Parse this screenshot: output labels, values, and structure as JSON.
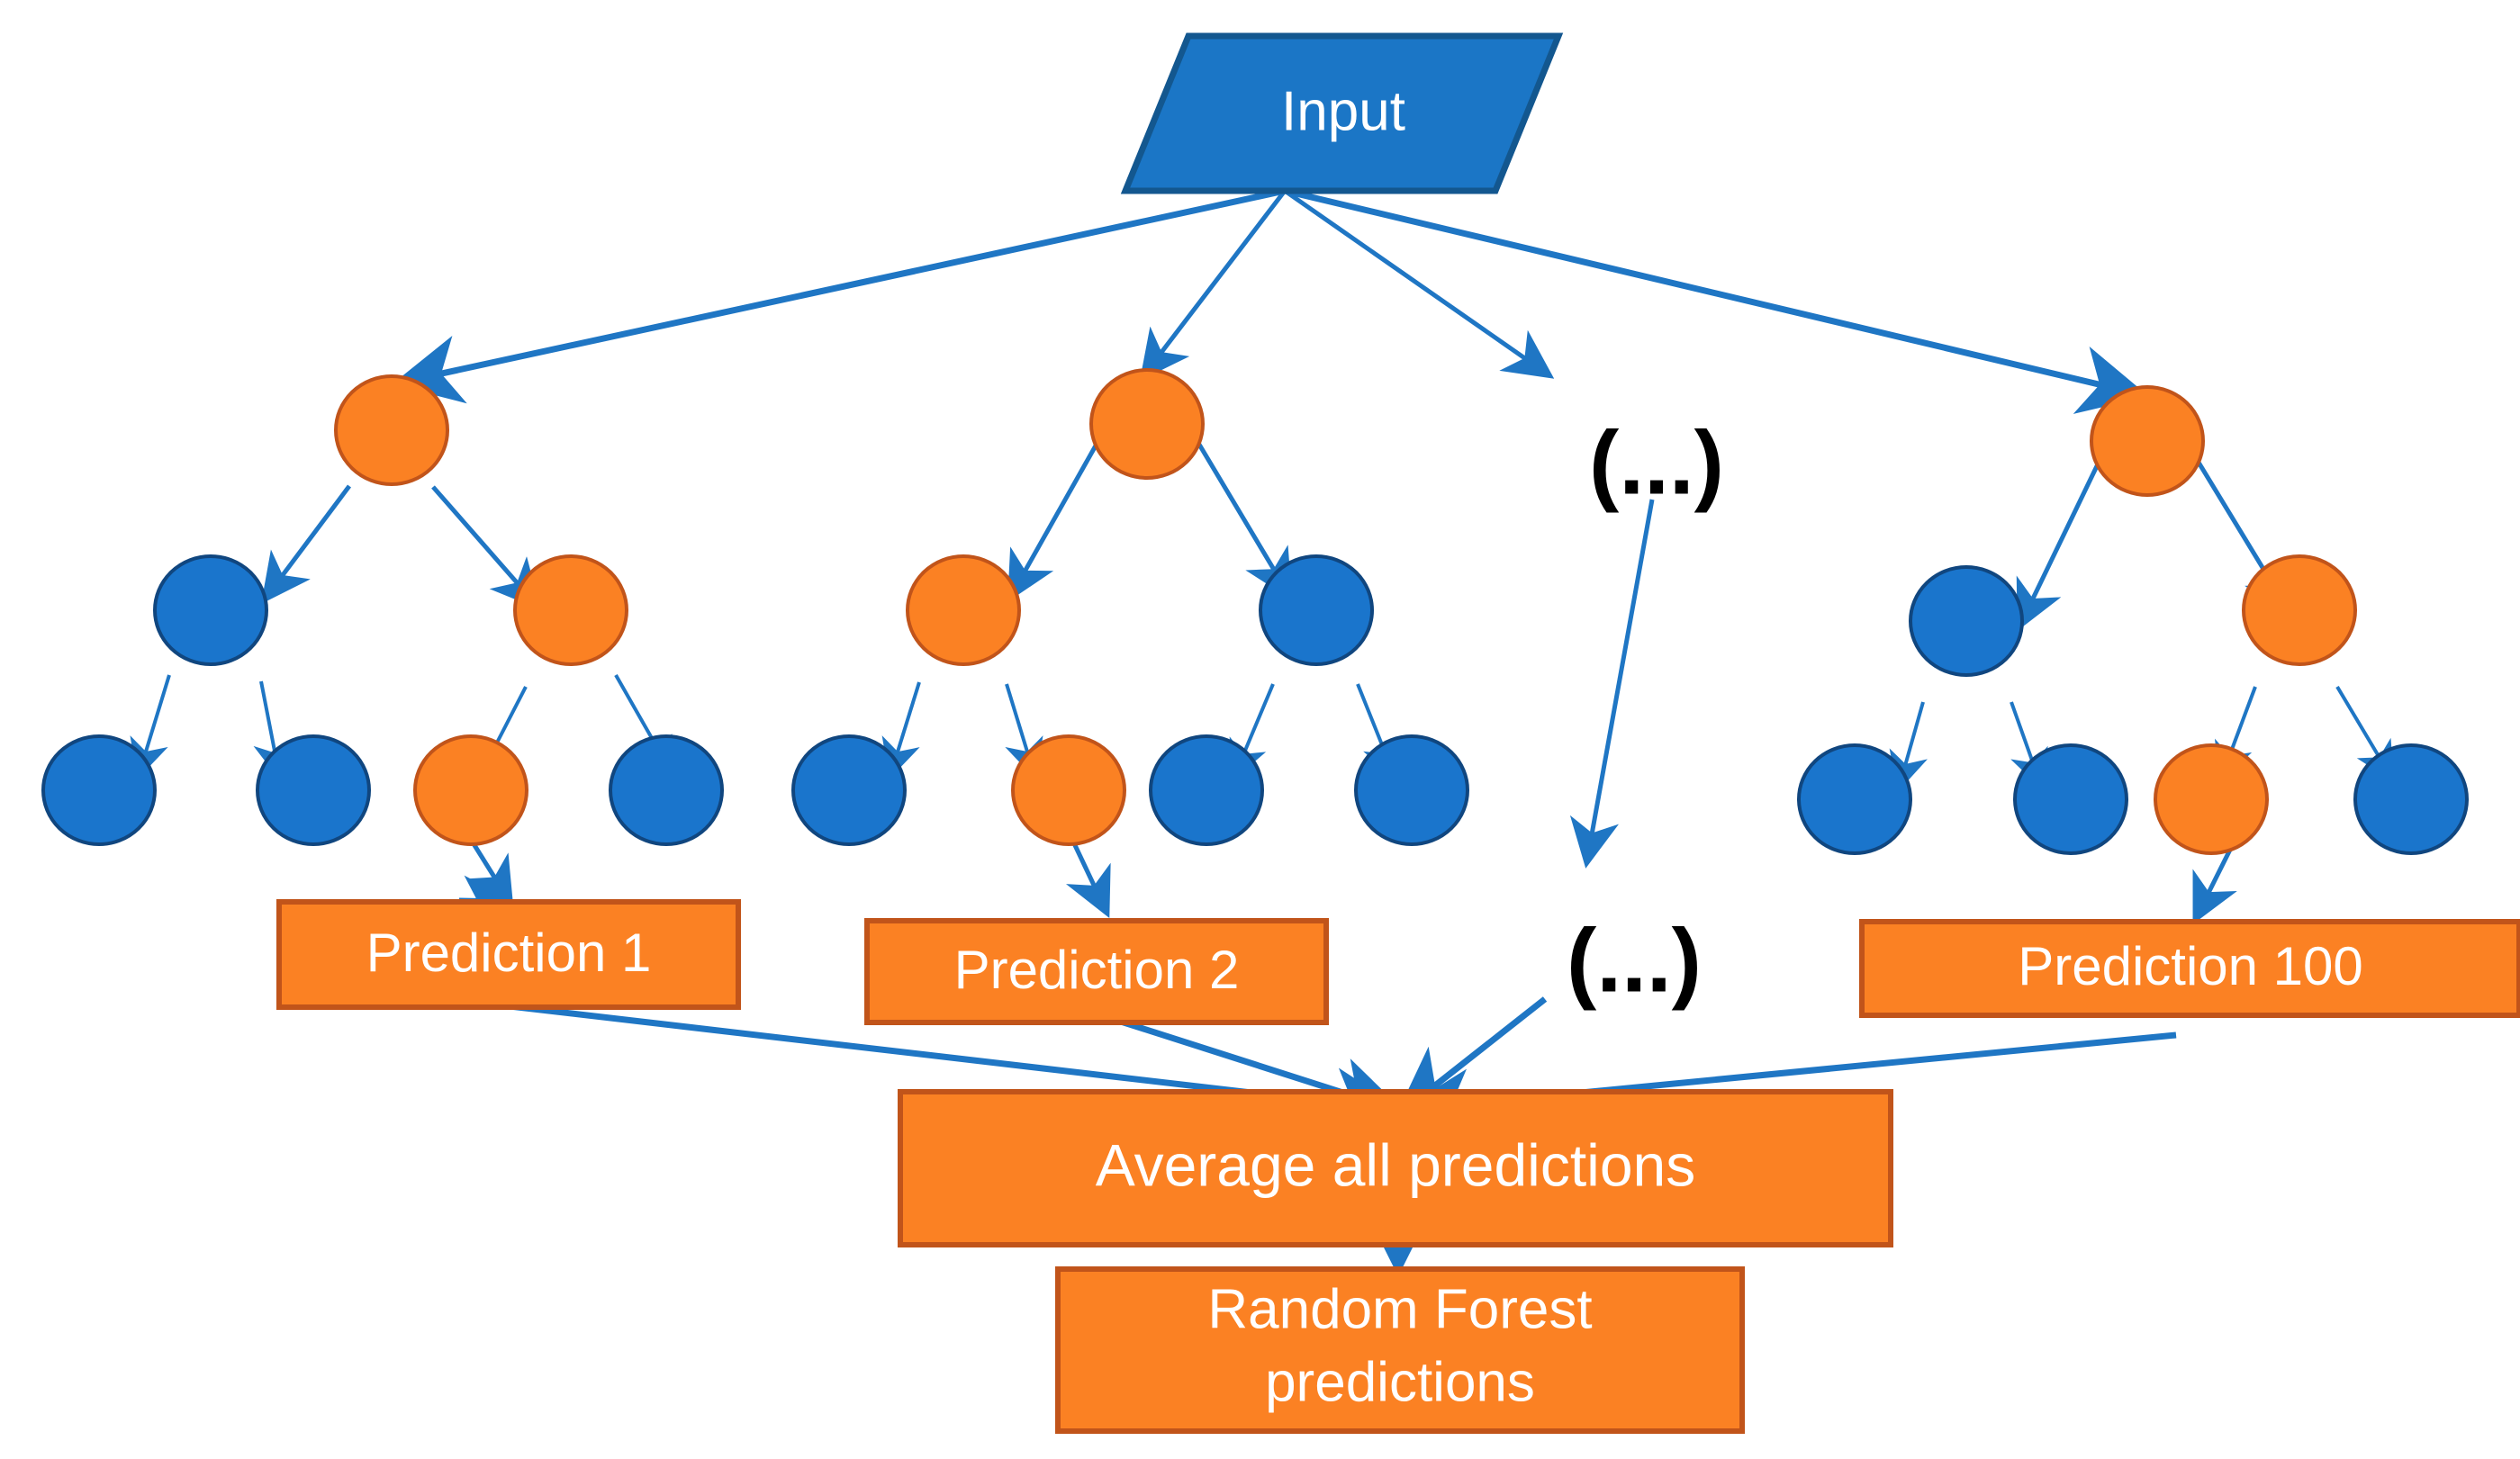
{
  "diagram": {
    "title_node": {
      "label": "Input",
      "shape": "parallelogram",
      "fill": "#1B76C6",
      "stroke": "#13578F",
      "text_color": "#FFFFFF"
    },
    "colors": {
      "orange_fill": "#FB8123",
      "orange_stroke": "#C1541A",
      "blue_fill": "#1A75CC",
      "blue_stroke": "#10467F",
      "arrow": "#1F76C4",
      "box_text": "#FFFFFF",
      "ellipsis_text": "#000000",
      "background": "#FFFFFF"
    },
    "ellipsis_markers": [
      {
        "label": "(...)",
        "name": "ellipsis-top"
      },
      {
        "label": "(...)",
        "name": "ellipsis-bottom"
      }
    ],
    "trees": [
      {
        "name": "tree-1",
        "prediction_label": "Prediction 1",
        "nodes": [
          {
            "level": "root",
            "color": "orange"
          },
          {
            "level": "mid",
            "color": "blue"
          },
          {
            "level": "mid",
            "color": "orange"
          },
          {
            "level": "leaf",
            "color": "blue"
          },
          {
            "level": "leaf",
            "color": "blue"
          },
          {
            "level": "leaf",
            "color": "orange"
          },
          {
            "level": "leaf",
            "color": "blue"
          }
        ]
      },
      {
        "name": "tree-2",
        "prediction_label": "Prediction 2",
        "nodes": [
          {
            "level": "root",
            "color": "orange"
          },
          {
            "level": "mid",
            "color": "orange"
          },
          {
            "level": "mid",
            "color": "blue"
          },
          {
            "level": "leaf",
            "color": "blue"
          },
          {
            "level": "leaf",
            "color": "orange"
          },
          {
            "level": "leaf",
            "color": "blue"
          },
          {
            "level": "leaf",
            "color": "blue"
          }
        ]
      },
      {
        "name": "tree-100",
        "prediction_label": "Prediction 100",
        "nodes": [
          {
            "level": "root",
            "color": "orange"
          },
          {
            "level": "mid",
            "color": "blue"
          },
          {
            "level": "mid",
            "color": "orange"
          },
          {
            "level": "leaf",
            "color": "blue"
          },
          {
            "level": "leaf",
            "color": "blue"
          },
          {
            "level": "leaf",
            "color": "orange"
          },
          {
            "level": "leaf",
            "color": "blue"
          }
        ]
      }
    ],
    "aggregate_box": {
      "label": "Average all predictions"
    },
    "output_box": {
      "line1": "Random Forest",
      "line2": "predictions"
    }
  }
}
